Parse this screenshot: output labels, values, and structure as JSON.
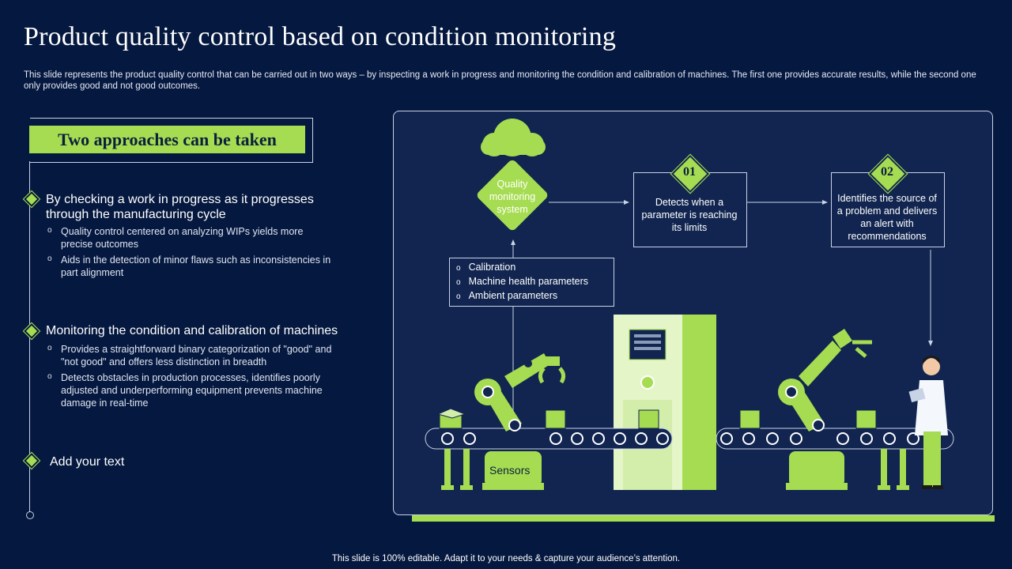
{
  "slide": {
    "title": "Product quality control based on condition monitoring",
    "subtitle": "This slide represents the product quality control that can be carried out in two ways – by inspecting a work in progress and monitoring the condition and calibration of machines. The first one provides accurate results, while the second one only provides good and not good outcomes.",
    "footer": "This slide is 100% editable. Adapt it to your needs & capture your audience’s attention."
  },
  "left": {
    "heading_box": "Two approaches can be taken",
    "sections": [
      {
        "heading": "By checking a work in progress as it progresses through the manufacturing  cycle",
        "points": [
          "Quality control centered on analyzing WIPs yields more precise outcomes",
          "Aids in the detection of minor flaws such as inconsistencies in part alignment"
        ]
      },
      {
        "heading": "Monitoring the condition and calibration of machines",
        "points": [
          "Provides a straightforward binary categorization of \"good\" and \"not good\" and offers less distinction in breadth",
          "Detects obstacles in production processes, identifies poorly adjusted and underperforming equipment prevents machine damage in real-time"
        ]
      },
      {
        "heading": "Add your text",
        "points": []
      }
    ],
    "sub_marker": "o"
  },
  "diagram": {
    "qms_label": "Quality monitoring system",
    "step1_number": "01",
    "step1_text": "Detects when a parameter is reaching its limits",
    "step2_number": "02",
    "step2_text": "Identifies the source of a problem and delivers an alert with recommendations",
    "params": [
      "Calibration",
      "Machine health parameters",
      "Ambient parameters"
    ],
    "sensors_label": "Sensors",
    "icons": [
      "cloud-icon",
      "robot-arm-icon",
      "conveyor-belt-icon",
      "inspection-machine-icon",
      "worker-with-tablet-icon",
      "box-icon"
    ],
    "colors": {
      "accent": "#a6dc51",
      "background": "#05183f",
      "panel": "#112550"
    }
  }
}
